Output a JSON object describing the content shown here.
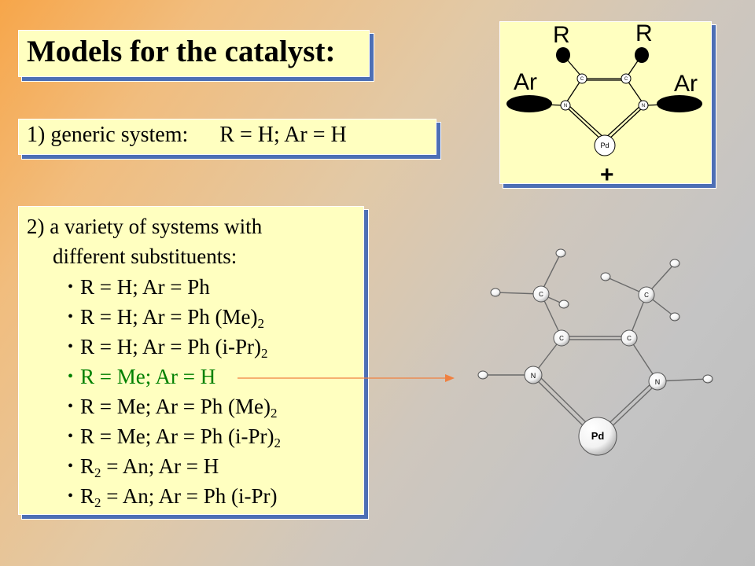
{
  "title": "Models for the catalyst:",
  "generic": {
    "label": "1) generic system:",
    "value": "R = H;  Ar = H"
  },
  "variety": {
    "heading_line1": "2) a variety of systems with",
    "heading_line2": "different substituents:",
    "bullet_glyph": "•",
    "items": [
      {
        "text": "R = H;  Ar = Ph",
        "sub": "",
        "after": ""
      },
      {
        "text": "R = H;  Ar = Ph (Me)",
        "sub": "2",
        "after": ""
      },
      {
        "text": "R = H;  Ar = Ph (i-Pr)",
        "sub": "2",
        "after": ""
      },
      {
        "text": "R = Me; Ar = H",
        "sub": "",
        "after": ""
      },
      {
        "text": "R = Me;  Ar = Ph (Me)",
        "sub": "2",
        "after": ""
      },
      {
        "text": "R = Me;  Ar = Ph (i-Pr)",
        "sub": "2",
        "after": ""
      },
      {
        "text": "R",
        "sub": "2",
        "after": " = An; Ar = H"
      },
      {
        "text": "R",
        "sub": "2",
        "after": " = An;  Ar = Ph (i-Pr)"
      }
    ]
  },
  "scheme": {
    "r_left": "R",
    "r_right": "R",
    "ar_left": "Ar",
    "ar_right": "Ar",
    "atom_c": "C",
    "atom_n": "N",
    "atom_pd": "Pd",
    "charge": "+"
  },
  "model3d": {
    "atom_c": "C",
    "atom_n": "N",
    "atom_pd": "Pd"
  },
  "colors": {
    "box_fill": "#ffffc0",
    "box_shadow": "#4d6fb5",
    "highlight": "#008000",
    "arrow": "#f08040"
  }
}
